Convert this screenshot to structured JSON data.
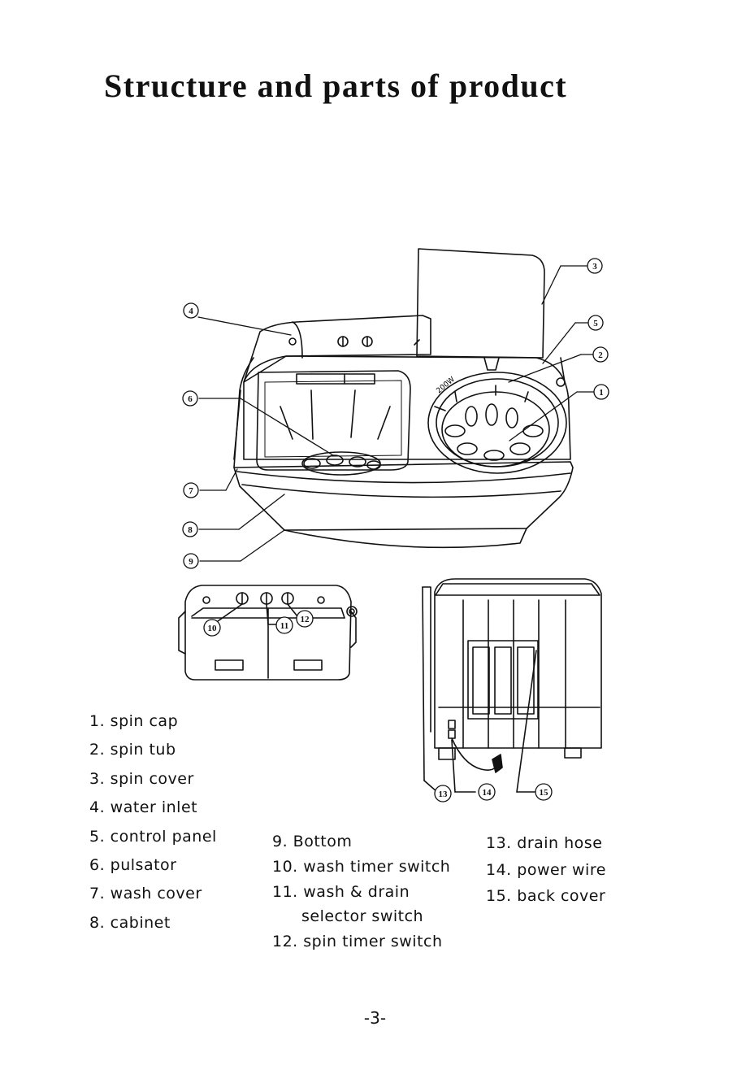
{
  "page": {
    "title": "Structure and parts of product",
    "page_number": "-3-"
  },
  "callouts": [
    "1",
    "2",
    "3",
    "4",
    "5",
    "6",
    "7",
    "8",
    "9",
    "10",
    "11",
    "12",
    "13",
    "14",
    "15"
  ],
  "machine_labels": {
    "spin_tub_text": "200W"
  },
  "parts": {
    "col1": [
      "1. spin cap",
      "2. spin tub",
      "3. spin cover",
      "4. water inlet",
      "5. control panel",
      "6. pulsator",
      "7. wash cover",
      "8. cabinet"
    ],
    "col2": [
      "9. Bottom",
      "10. wash timer switch",
      "11. wash & drain",
      "selector switch",
      "12. spin timer switch"
    ],
    "col3": [
      "13. drain hose",
      "14. power wire",
      "15. back cover"
    ]
  }
}
